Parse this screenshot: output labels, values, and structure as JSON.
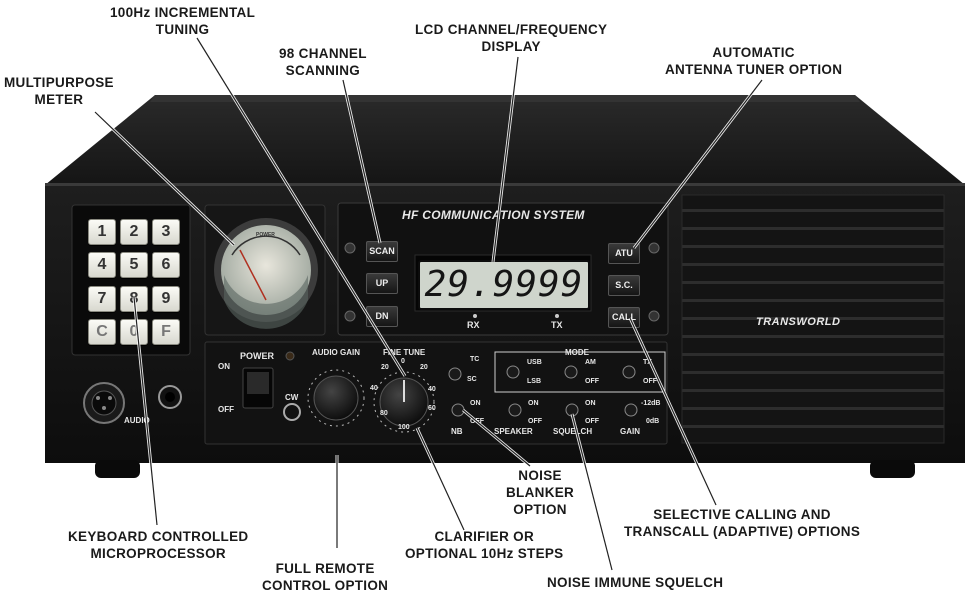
{
  "callouts": {
    "fine_tuning": [
      "100Hz INCREMENTAL",
      "TUNING"
    ],
    "multipurpose_meter": [
      "MULTIPURPOSE",
      "METER"
    ],
    "scanning": [
      "98 CHANNEL",
      "SCANNING"
    ],
    "lcd_display": [
      "LCD CHANNEL/FREQUENCY",
      "DISPLAY"
    ],
    "antenna_tuner": [
      "AUTOMATIC",
      "ANTENNA TUNER OPTION"
    ],
    "keyboard": [
      "KEYBOARD CONTROLLED",
      "MICROPROCESSOR"
    ],
    "remote_control": [
      "FULL REMOTE",
      "CONTROL OPTION"
    ],
    "clarifier": [
      "CLARIFIER OR",
      "OPTIONAL 10Hz STEPS"
    ],
    "noise_blanker": [
      "NOISE",
      "BLANKER",
      "OPTION"
    ],
    "squelch": [
      "NOISE IMMUNE SQUELCH"
    ],
    "selective_calling": [
      "SELECTIVE CALLING AND",
      "TRANSCALL (ADAPTIVE) OPTIONS"
    ]
  },
  "radio": {
    "panel_title": "HF COMMUNICATION SYSTEM",
    "brand": "TRANSWORLD",
    "display_value": "29.9999",
    "keypad": [
      "1",
      "2",
      "3",
      "4",
      "5",
      "6",
      "7",
      "8",
      "9",
      "C",
      "0",
      "F"
    ],
    "left_buttons": [
      "SCAN",
      "UP",
      "DN"
    ],
    "right_buttons": [
      "ATU",
      "S.C.",
      "CALL"
    ],
    "indicators": [
      "RX",
      "TX"
    ],
    "meter_label": "POWER",
    "power": {
      "label": "POWER",
      "on": "ON",
      "off": "OFF"
    },
    "audio_label": "AUDIO",
    "cw_label": "CW",
    "audio_gain_label": "AUDIO GAIN",
    "audio_gain_mark": "40",
    "fine_tune": {
      "label": "FINE TUNE",
      "marks": [
        "20",
        "0",
        "20",
        "40",
        "60",
        "80",
        "100"
      ]
    },
    "mode_label": "MODE",
    "mode_switches": [
      {
        "top": "USB",
        "bottom": "LSB"
      },
      {
        "top": "AM",
        "bottom": "OFF"
      },
      {
        "top": "TX",
        "bottom": "OFF"
      }
    ],
    "tc_switch": {
      "top": "TC",
      "bottom": "SC"
    },
    "toggles": [
      {
        "label": "NB",
        "on": "ON",
        "off": "OFF"
      },
      {
        "label": "SPEAKER",
        "on": "ON",
        "off": "OFF"
      },
      {
        "label": "SQUELCH",
        "on": "ON",
        "off": "OFF"
      },
      {
        "label": "GAIN",
        "on": "-12dB",
        "off": "0dB"
      }
    ]
  }
}
